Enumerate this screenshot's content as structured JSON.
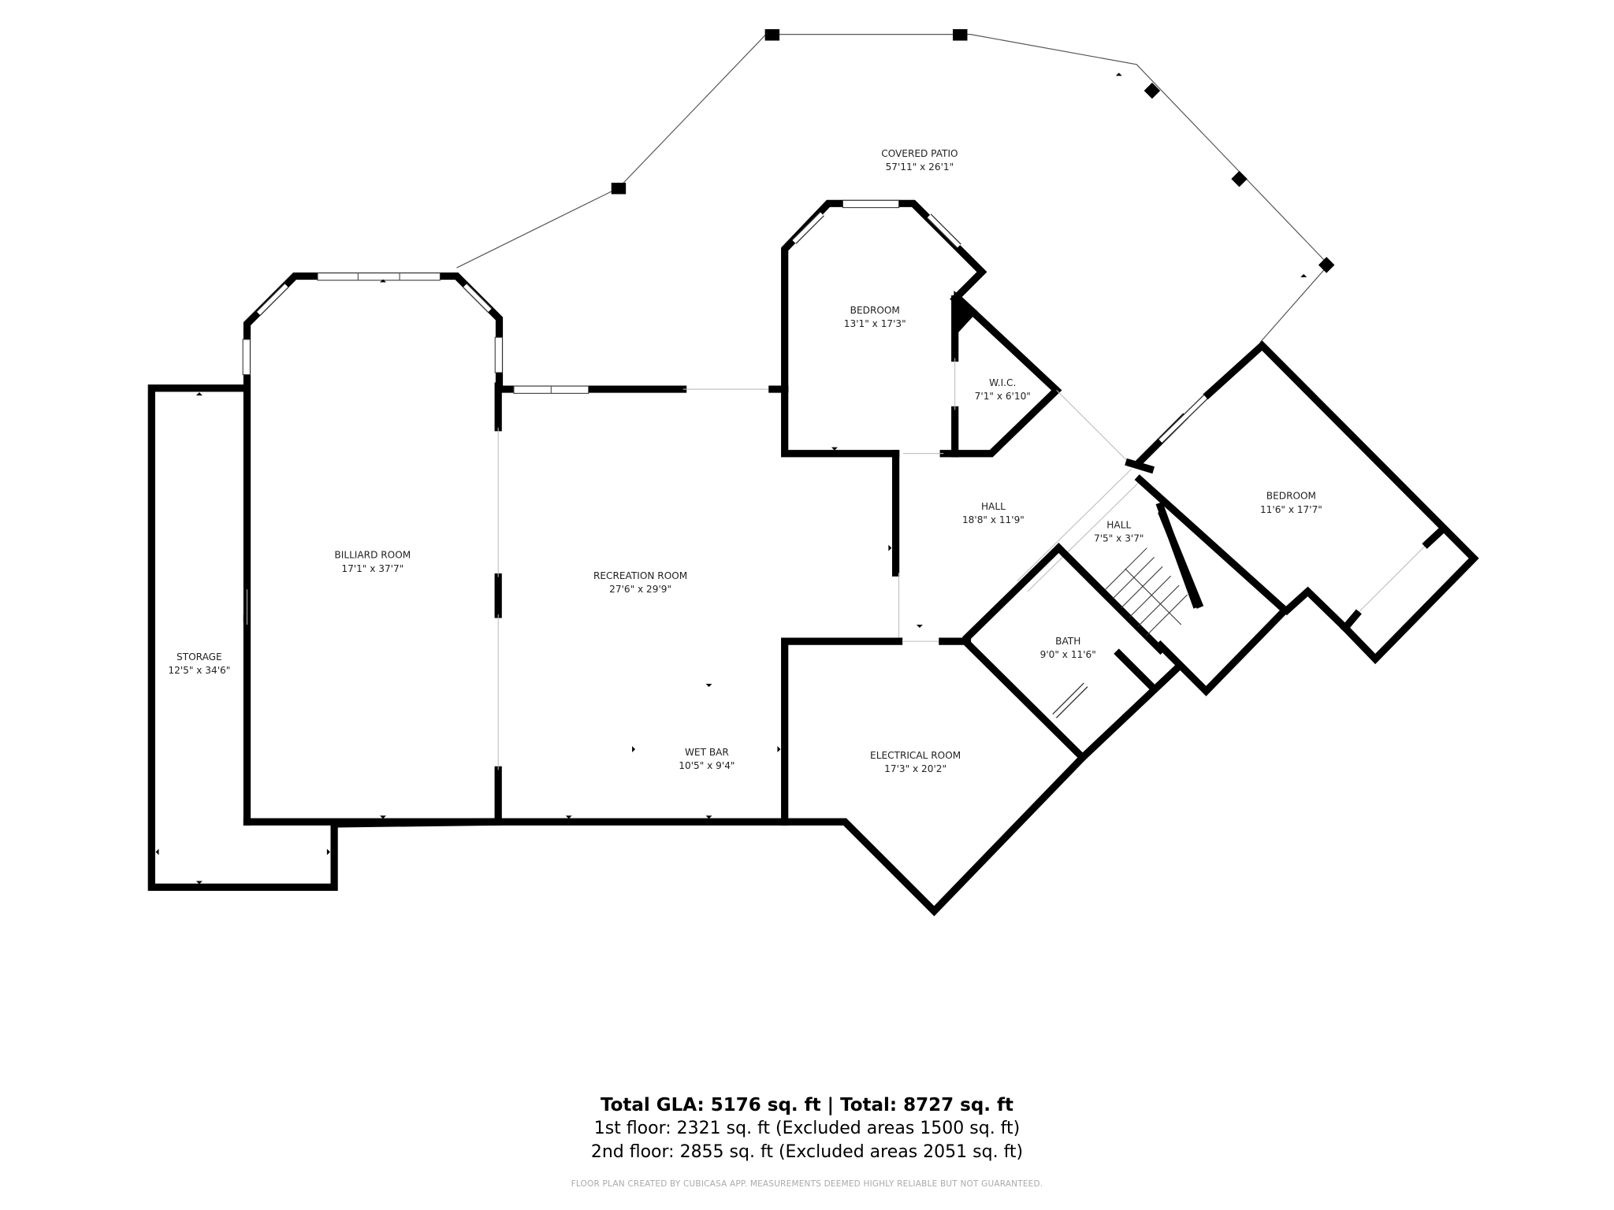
{
  "floor_plan": {
    "rooms": [
      {
        "name": "COVERED PATIO",
        "dimensions": "57'11\" x 26'1\""
      },
      {
        "name": "BEDROOM",
        "dimensions": "13'1\" x 17'3\""
      },
      {
        "name": "W.I.C.",
        "dimensions": "7'1\" x 6'10\""
      },
      {
        "name": "BILLIARD ROOM",
        "dimensions": "17'1\" x 37'7\""
      },
      {
        "name": "RECREATION ROOM",
        "dimensions": "27'6\" x 29'9\""
      },
      {
        "name": "HALL",
        "dimensions": "18'8\" x 11'9\""
      },
      {
        "name": "HALL",
        "dimensions": "7'5\" x 3'7\""
      },
      {
        "name": "BEDROOM",
        "dimensions": "11'6\" x 17'7\""
      },
      {
        "name": "STORAGE",
        "dimensions": "12'5\" x 34'6\""
      },
      {
        "name": "BATH",
        "dimensions": "9'0\" x 11'6\""
      },
      {
        "name": "WET BAR",
        "dimensions": "10'5\" x 9'4\""
      },
      {
        "name": "ELECTRICAL ROOM",
        "dimensions": "17'3\" x 20'2\""
      }
    ]
  },
  "summary": {
    "total_line": "Total GLA: 5176 sq. ft | Total: 8727 sq. ft",
    "floor1_line": "1st floor: 2321 sq. ft (Excluded areas 1500 sq. ft)",
    "floor2_line": "2nd floor: 2855 sq. ft (Excluded areas 2051 sq. ft)",
    "disclaimer": "FLOOR PLAN CREATED BY CUBICASA APP. MEASUREMENTS DEEMED HIGHLY RELIABLE BUT NOT GUARANTEED."
  }
}
